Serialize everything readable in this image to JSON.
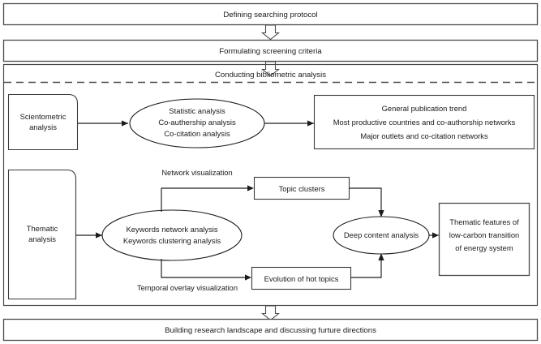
{
  "diagram": {
    "title": "Bibliometric research methodology flowchart",
    "colors": {
      "stroke": "#3a3a3a",
      "text": "#1a1a1a",
      "background": "#ffffff",
      "divider": "#4a4a4a"
    },
    "bands": {
      "step1": "Defining searching protocol",
      "step2": "Formulating screening criteria",
      "step3": "Conducting bibliometric analysis",
      "step4": "Building research landscape and discussing furture directions"
    },
    "scientometric": {
      "source_label_line1": "Scientometric",
      "source_label_line2": "analysis",
      "process_line1": "Statistic analysis",
      "process_line2": "Co-authership analysis",
      "process_line3": "Co-citation analysis",
      "output_line1": "General publication trend",
      "output_line2": "Most productive countries and co-authorship networks",
      "output_line3": "Major outlets and co-citation networks"
    },
    "thematic": {
      "source_label_line1": "Thematic",
      "source_label_line2": "analysis",
      "process_line1": "Keywords network analysis",
      "process_line2": "Keywords clustering analysis",
      "edge_label_top": "Network visualization",
      "edge_label_bottom": "Temporal overlay visualization",
      "topic_clusters": "Topic clusters",
      "evolution_hot_topics": "Evolution of hot topics",
      "deep_content_analysis": "Deep content analysis",
      "result_line1": "Thematic features of",
      "result_line2": "low-carbon transition",
      "result_line3": "of energy system"
    },
    "icons": {
      "down_block_arrow": "down-block-arrow-icon",
      "arrowhead": "arrowhead-icon"
    }
  }
}
